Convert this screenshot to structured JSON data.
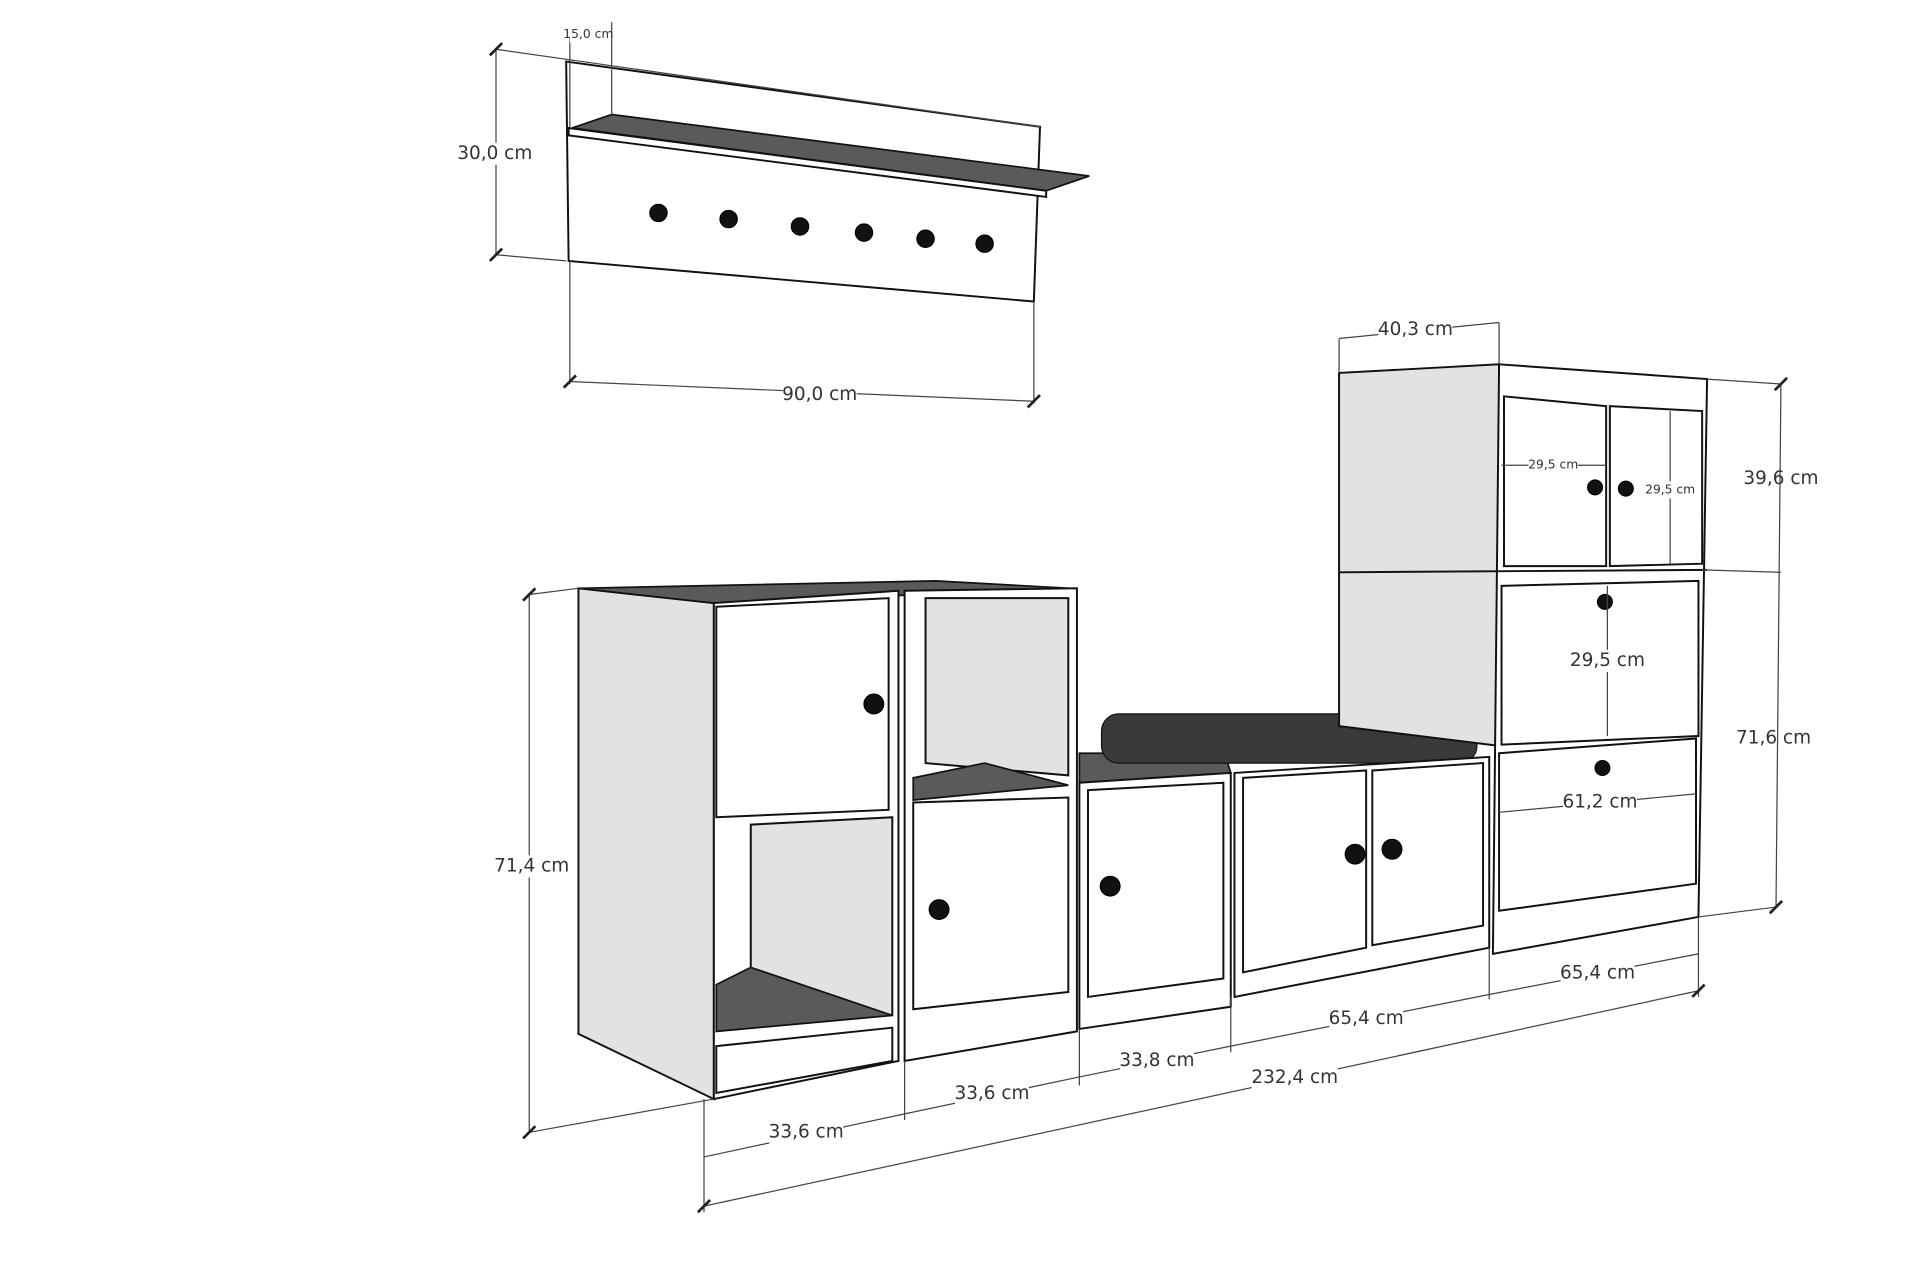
{
  "title": "Hallway furniture set dimension drawing",
  "dimensions": {
    "shelf_depth": "15,0 cm",
    "shelf_height": "30,0 cm",
    "shelf_width": "90,0 cm",
    "tall_unit_depth": "40,3 cm",
    "top_door_width": "29,5 cm",
    "top_door_height": "29,5 cm",
    "tall_top_height": "39,6 cm",
    "drawer_height": "29,5 cm",
    "tall_bottom_height": "71,6 cm",
    "drawer_width": "61,2 cm",
    "left_unit_height": "71,4 cm",
    "tall_unit_width": "65,4 cm",
    "bench_unit_width": "65,4 cm",
    "small_unit_width": "33,8 cm",
    "total_width": "232,4 cm",
    "middle_cube_width": "33,6 cm",
    "left_cube_width": "33,6 cm"
  }
}
